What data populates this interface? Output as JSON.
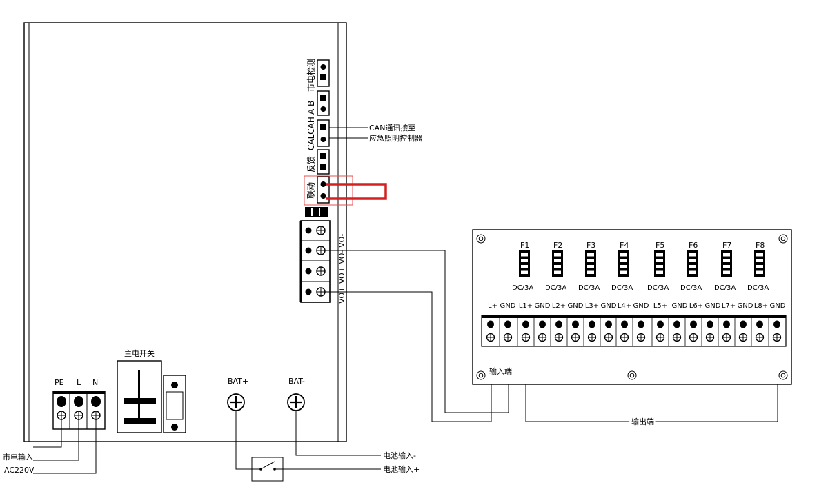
{
  "main_unit": {
    "vertical_labels": {
      "mains_detect": "市电检测",
      "can_ab": "A B",
      "can_h_l": "CALCAH",
      "feedback": "反馈",
      "linkage": "联动",
      "output_pins": "VO+ VO+ VO- VO-"
    },
    "can_note_line1": "CAN通讯接至",
    "can_note_line2": "应急照明控制器",
    "main_switch_label": "主电开关",
    "terminal_labels": [
      "PE",
      "L",
      "N"
    ],
    "bat_plus_label": "BAT+",
    "bat_minus_label": "BAT-"
  },
  "external_labels": {
    "mains_input": "市电输入",
    "ac220v": "AC220V",
    "battery_input_minus": "电池输入-",
    "battery_input_plus": "电池输入+",
    "input_side": "输入端",
    "output_side": "输出端"
  },
  "distribution_board": {
    "fuses": [
      {
        "name": "F1",
        "rating": "DC/3A"
      },
      {
        "name": "F2",
        "rating": "DC/3A"
      },
      {
        "name": "F3",
        "rating": "DC/3A"
      },
      {
        "name": "F4",
        "rating": "DC/3A"
      },
      {
        "name": "F5",
        "rating": "DC/3A"
      },
      {
        "name": "F6",
        "rating": "DC/3A"
      },
      {
        "name": "F7",
        "rating": "DC/3A"
      },
      {
        "name": "F8",
        "rating": "DC/3A"
      }
    ],
    "terminal_labels": [
      "L+",
      "GND",
      "L1+",
      "GND",
      "L2+",
      "GND",
      "L3+",
      "GND",
      "L4+",
      "GND",
      "L5+",
      "GND",
      "L6+",
      "GND",
      "L7+",
      "GND",
      "L8+",
      "GND"
    ]
  },
  "colors": {
    "line": "#000000",
    "linkage_jumper": "#d42020",
    "linkage_box": "#e05050",
    "background": "#ffffff"
  }
}
